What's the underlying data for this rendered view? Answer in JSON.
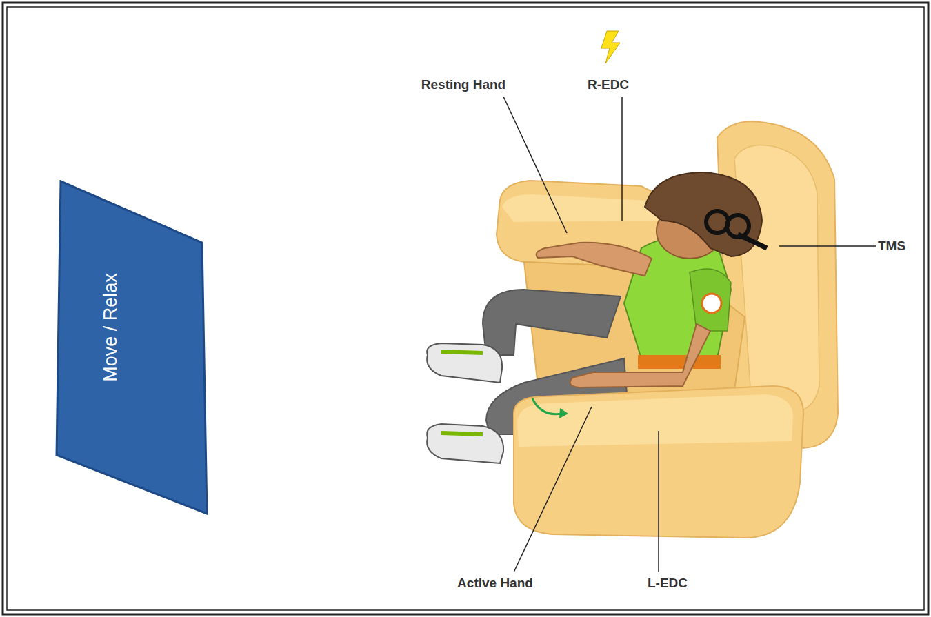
{
  "diagram": {
    "nodes": [
      {
        "text": [
          "Move / Relax"
        ]
      }
    ],
    "labels": [
      "Resting Hand",
      "R-EDC",
      "TMS",
      "Active Hand",
      "L-EDC"
    ]
  }
}
